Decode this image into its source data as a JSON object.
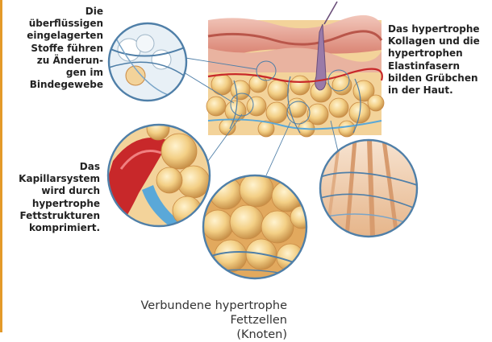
{
  "labels": {
    "stoffe": [
      "Die",
      "überflüssigen",
      "eingelagerten",
      "Stoffe führen",
      "zu Änderun-",
      "gen im",
      "Bindegewebe"
    ],
    "kollagen": [
      "Das hypertrophe",
      "Kollagen und die",
      "hypertrophen",
      "Elastinfasern",
      "bilden Grübchen",
      "in der Haut."
    ],
    "kapillar": [
      "Das",
      "Kapillarsystem",
      "wird durch",
      "hypertrophe",
      "Fettstrukturen",
      "komprimiert."
    ]
  },
  "caption": [
    "Verbundene hypertrophe Fettzellen",
    "(Knoten)"
  ],
  "colors": {
    "accent_rule": "#e49a2a",
    "skin": "#e6a9a0",
    "dermis": "#d9826f",
    "fat": "#f0c879",
    "fat_dark": "#c9924a",
    "vessel_red": "#c8282a",
    "vessel_blue": "#5aa8d8",
    "fiber": "#4f7fa8"
  }
}
